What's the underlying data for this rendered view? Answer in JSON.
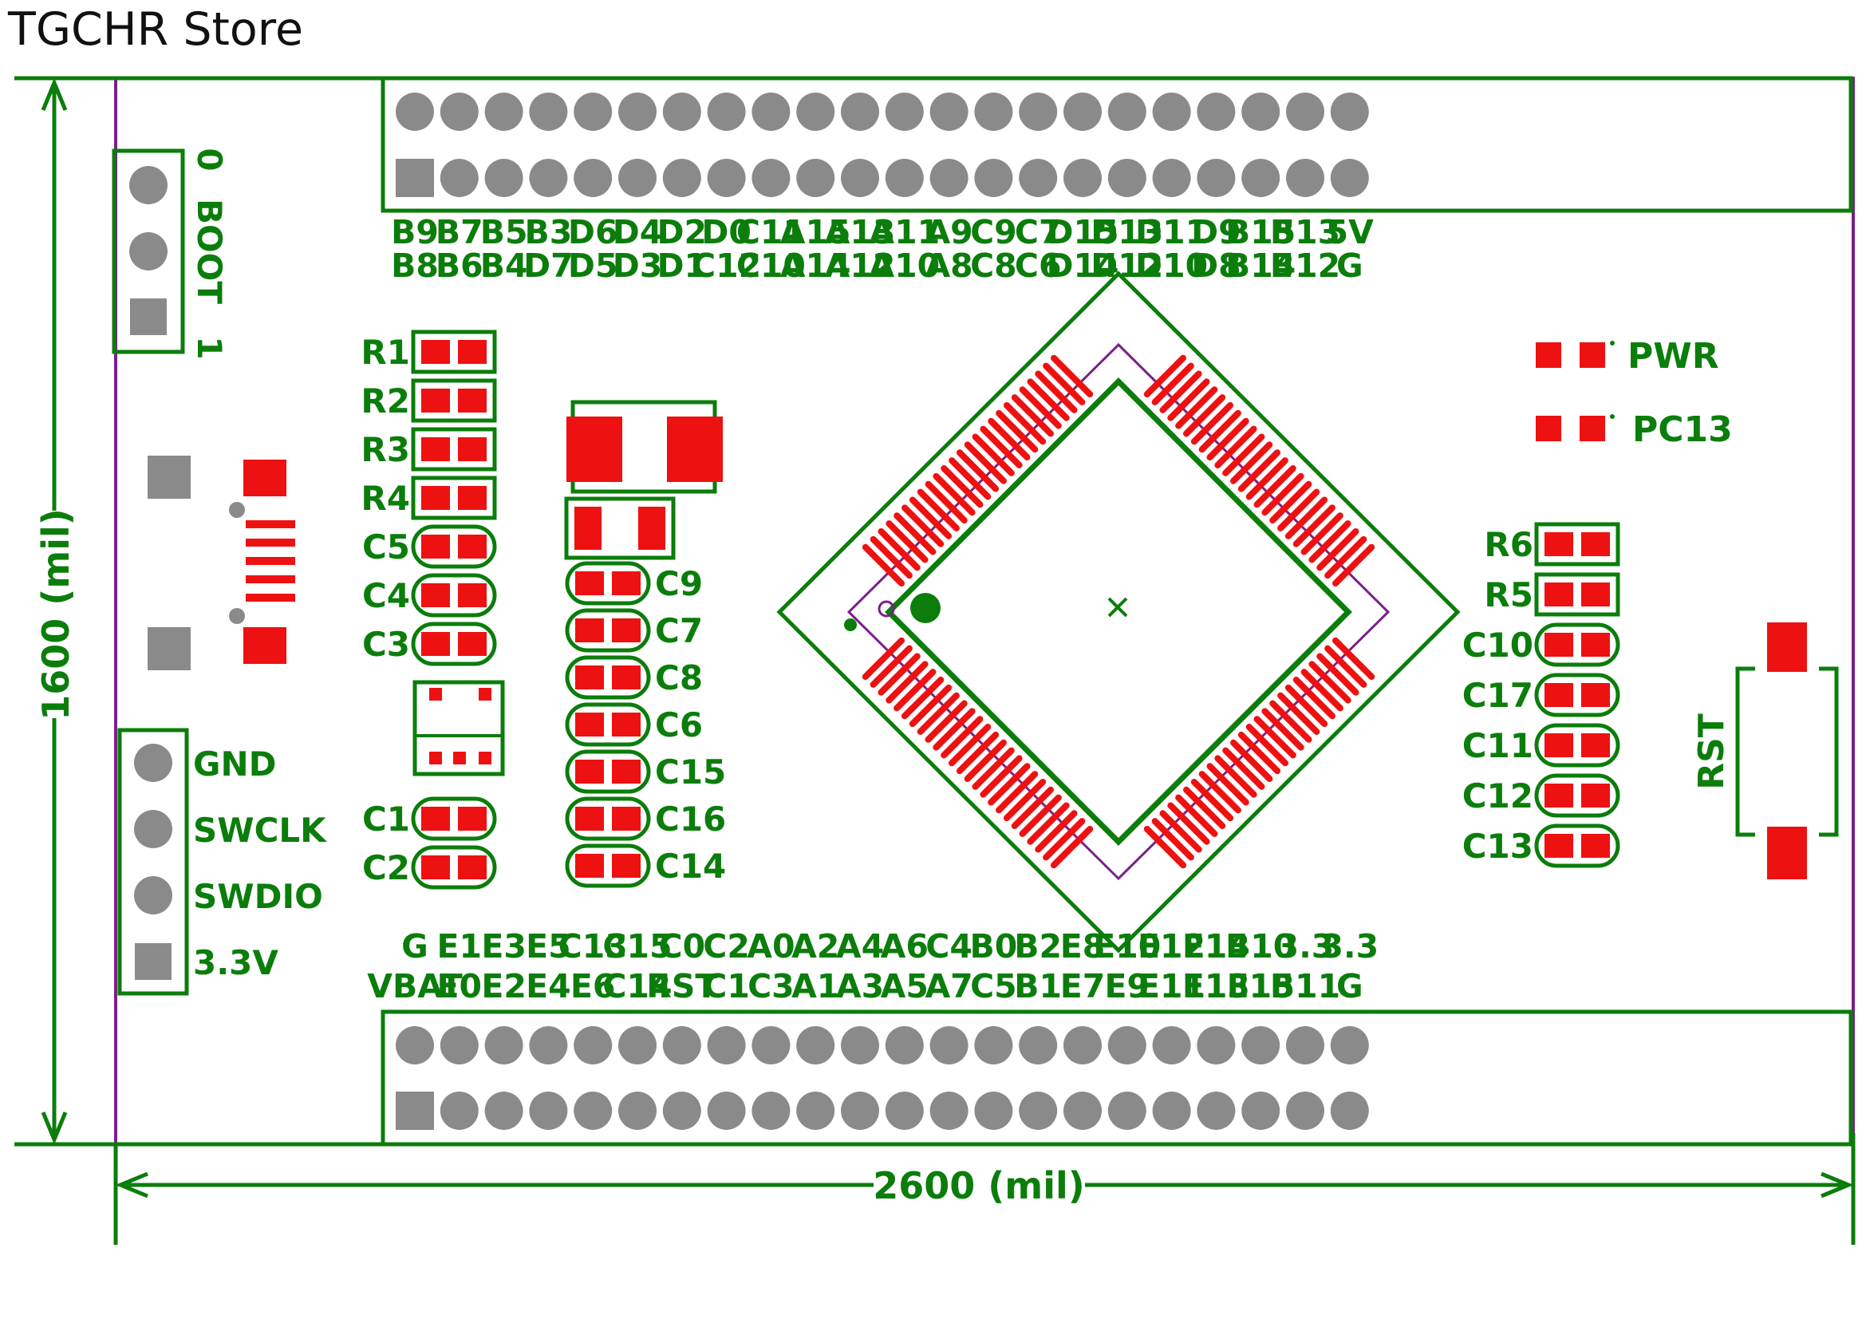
{
  "title": "TGCHR Store",
  "colors": {
    "silk": "#0b7d0b",
    "pad": "#ee1111",
    "hole": "#8a8a8a",
    "outline": "#7a1f8a",
    "text": "#111111"
  },
  "dimensions": {
    "height_label": "1600 (mil)",
    "width_label": "2600 (mil)"
  },
  "top_header": {
    "row1": [
      "B9",
      "B7",
      "B5",
      "B3",
      "D6",
      "D4",
      "D2",
      "D0",
      "C11",
      "A15",
      "A13",
      "A11",
      "A9",
      "C9",
      "C7",
      "D15",
      "D13",
      "D11",
      "D9",
      "B15",
      "B13",
      "5V"
    ],
    "row2": [
      "B8",
      "B6",
      "B4",
      "D7",
      "D5",
      "D3",
      "D1",
      "C12",
      "C10",
      "A14",
      "A12",
      "A10",
      "A8",
      "C8",
      "C6",
      "D14",
      "D12",
      "D10",
      "D8",
      "B14",
      "B12",
      "G"
    ]
  },
  "bottom_header": {
    "row1": [
      "G",
      "E1",
      "E3",
      "E5",
      "C13",
      "C15",
      "C0",
      "C2",
      "A0",
      "A2",
      "A4",
      "A6",
      "C4",
      "B0",
      "B2",
      "E8",
      "E10",
      "E12",
      "E14",
      "B10",
      "3.3",
      "3.3"
    ],
    "row2": [
      "VBAT",
      "E0",
      "E2",
      "E4",
      "E6",
      "C14",
      "RST",
      "C1",
      "C3",
      "A1",
      "A3",
      "A5",
      "A7",
      "C5",
      "B1",
      "E7",
      "E9",
      "E11",
      "E13",
      "E15",
      "B11",
      "G"
    ]
  },
  "boot": {
    "label": "BOOT",
    "pos0": "0",
    "pos1": "1"
  },
  "swd_header": [
    "GND",
    "SWCLK",
    "SWDIO",
    "3.3V"
  ],
  "left_components": [
    "R1",
    "R2",
    "R3",
    "R4",
    "C5",
    "C4",
    "C3"
  ],
  "lower_left_components": [
    "C1",
    "C2"
  ],
  "middle_components": [
    "C9",
    "C7",
    "C8",
    "C6",
    "C15",
    "C16",
    "C14"
  ],
  "right_components": [
    "R6",
    "R5",
    "C10",
    "C17",
    "C11",
    "C12",
    "C13"
  ],
  "leds": [
    "PWR",
    "PC13"
  ],
  "reset_button": "RST"
}
